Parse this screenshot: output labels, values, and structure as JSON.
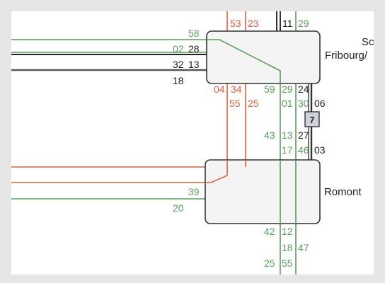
{
  "stations": {
    "upper": {
      "name_line1": "Sch",
      "name_line2": "Fribourg/"
    },
    "lower": {
      "name": "Romont"
    }
  },
  "colors": {
    "green": "#5a9e5a",
    "red": "#e0603a",
    "black": "#222222",
    "gray_line": "#555555",
    "box_fill": "#f4f4f4",
    "box_stroke": "#333333",
    "badge_fill": "#cfd2da"
  },
  "labels": {
    "top_53": "53",
    "top_23": "23",
    "top_11": "11",
    "top_29": "29",
    "left_58": "58",
    "left_02": "02",
    "left_28": "28",
    "left_32": "32",
    "left_13": "13",
    "left_18": "18",
    "mid_04": "04",
    "mid_34": "34",
    "mid_59": "59",
    "mid_29": "29",
    "mid_24": "24",
    "mid_55": "55",
    "mid_25": "25",
    "mid_01": "01",
    "mid_30": "30",
    "mid_06": "06",
    "badge": "7",
    "mid_43": "43",
    "mid_13": "13",
    "mid_27": "27",
    "mid_17": "17",
    "mid_46": "46",
    "mid_03": "03",
    "rom_39": "39",
    "rom_20": "20",
    "bot_42": "42",
    "bot_12": "12",
    "bot_18": "18",
    "bot_47": "47",
    "bot_25": "25",
    "bot_55": "55"
  }
}
